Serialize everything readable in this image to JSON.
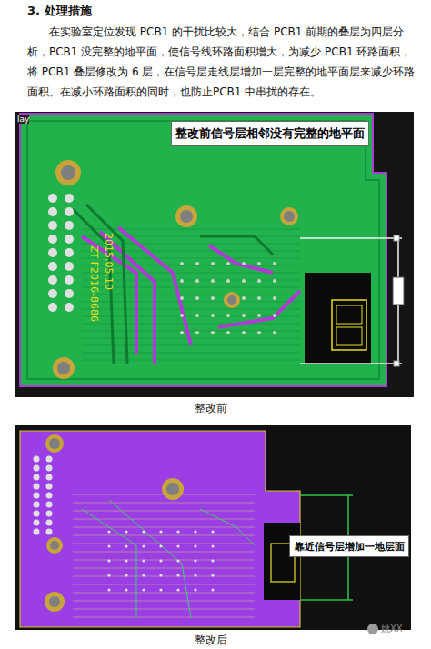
{
  "diagram": {
    "title": "3.  处理措施",
    "nodes": [
      {
        "text": [
          "整改前信号层相邻没有完整的地平面"
        ]
      },
      {
        "text": [
          "靠近信号层增加一地层面"
        ]
      }
    ],
    "labels": [
      "在实验室定位发现 PCB1 的干扰比较大，结合 PCB1 前期的叠层为四层分析，PCB1 没完整的地平面，使信号线环路面积增大，为减少 PCB1 环路面积，将 PCB1 叠层修改为 6 层，在信号层走线层增加一层完整的地平面层来减少环路面积。在减小环路面积的同时，也防止PCB1 中串扰的存在。",
      "lay",
      "ZT F2016-8686",
      "2015.05.10",
      "整改前",
      "整改后",
      "姚XX"
    ]
  }
}
